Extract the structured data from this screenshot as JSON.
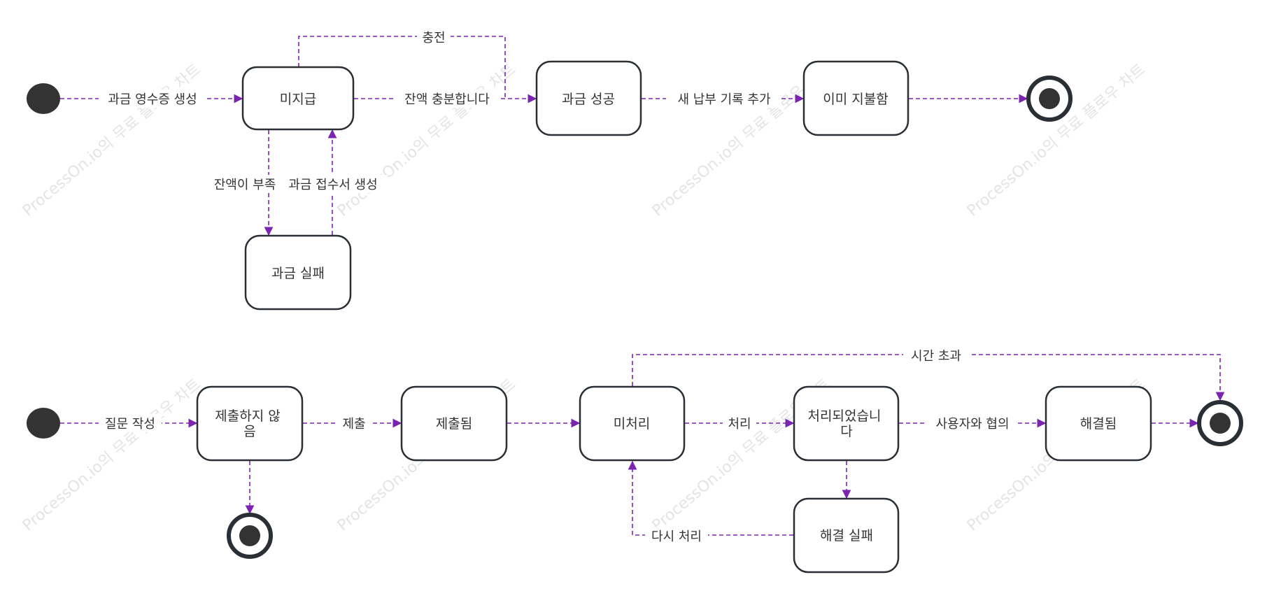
{
  "watermark": "ProcessOn.io의 무료 플로우 차트",
  "colors": {
    "edge": "#7b24b0",
    "node_border": "#2a2e35",
    "node_fill": "#ffffff",
    "pseudo_state": "#333333",
    "text": "#333333",
    "watermark": "#e4e4e4"
  },
  "diagram1": {
    "states": {
      "unpaid": "미지급",
      "charge_success": "과금 성공",
      "already_paid": "이미 지불함",
      "charge_failed": "과금 실패"
    },
    "transitions": {
      "create_receipt": "과금 영수증 생성",
      "recharge": "충전",
      "balance_sufficient": "잔액 충분합니다",
      "add_payment_record": "새 납부 기록 추가",
      "insufficient_balance": "잔액이 부족",
      "create_receipt_again": "과금 접수서 생성"
    }
  },
  "diagram2": {
    "states": {
      "not_submitted": "제출하지 않음",
      "submitted": "제출됨",
      "unprocessed": "미처리",
      "processed": "처리되었습니다",
      "resolved": "해결됨",
      "resolve_failed": "해결 실패"
    },
    "transitions": {
      "write_question": "질문 작성",
      "submit": "제출",
      "process": "처리",
      "negotiate_with_user": "사용자와 협의",
      "timeout": "시간 초과",
      "reprocess": "다시 처리"
    }
  }
}
